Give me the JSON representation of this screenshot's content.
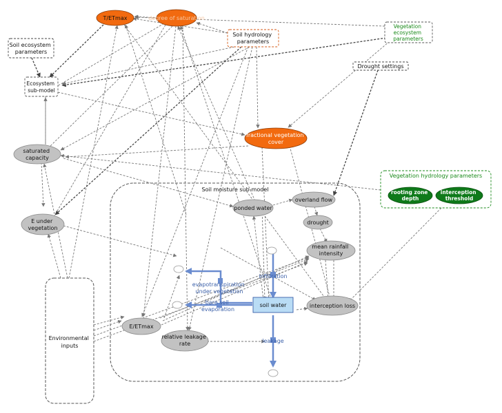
{
  "nodes": {
    "t_etmax": "T/ETmax",
    "degree_saturation": "degree of saturation",
    "soil_hydrology_params": [
      "Soil hydrology",
      "parameters"
    ],
    "vegetation_eco_params": [
      "Vegetation",
      "ecosystem",
      "parameters"
    ],
    "soil_eco_params": [
      "Soil ecosystem",
      "parameters"
    ],
    "ecosystem_submodel": [
      "Ecosystem",
      "sub-model"
    ],
    "drought_settings": "Drought settings",
    "fractional_veg_cover": [
      "fractional vegetation",
      "cover"
    ],
    "saturated_capacity": [
      "saturated",
      "capacity"
    ],
    "veg_hydrology_params": "Vegetation hydrology parameters",
    "rooting_zone_depth": [
      "rooting zone",
      "depth"
    ],
    "interception_threshold": [
      "interception",
      "threshold"
    ],
    "soil_moisture_submodel": "Soil moisture sub-model",
    "ponded_water": "ponded water",
    "overland_flow": "overland flow",
    "e_under_vegetation": [
      "E under",
      "vegetation"
    ],
    "drought": "drought",
    "mean_rainfall_intensity": [
      "mean rainfall",
      "intensity"
    ],
    "infiltration": "infiltration",
    "evapotranspiration_under_veg": [
      "evapotranspiration",
      "under vegetation"
    ],
    "soil_water": "soil water",
    "interception_loss": "interception loss",
    "bare_soil_evaporation": [
      "bare soil",
      "evaporation"
    ],
    "e_etmax": "E/ETmax",
    "relative_leakage_rate": [
      "relative leakage",
      "rate"
    ],
    "leakage": "leakage",
    "environmental_inputs": [
      "Environmental",
      "inputs"
    ]
  },
  "colors": {
    "orange": "#f26a0f",
    "grey_node": "#c2c2c2",
    "green_node": "#0f7a1a",
    "stock_fill": "#b9dcf5",
    "flow_blue": "#6a8ccf",
    "param_green": "#1a8a1a",
    "param_orange": "#d45a14"
  }
}
